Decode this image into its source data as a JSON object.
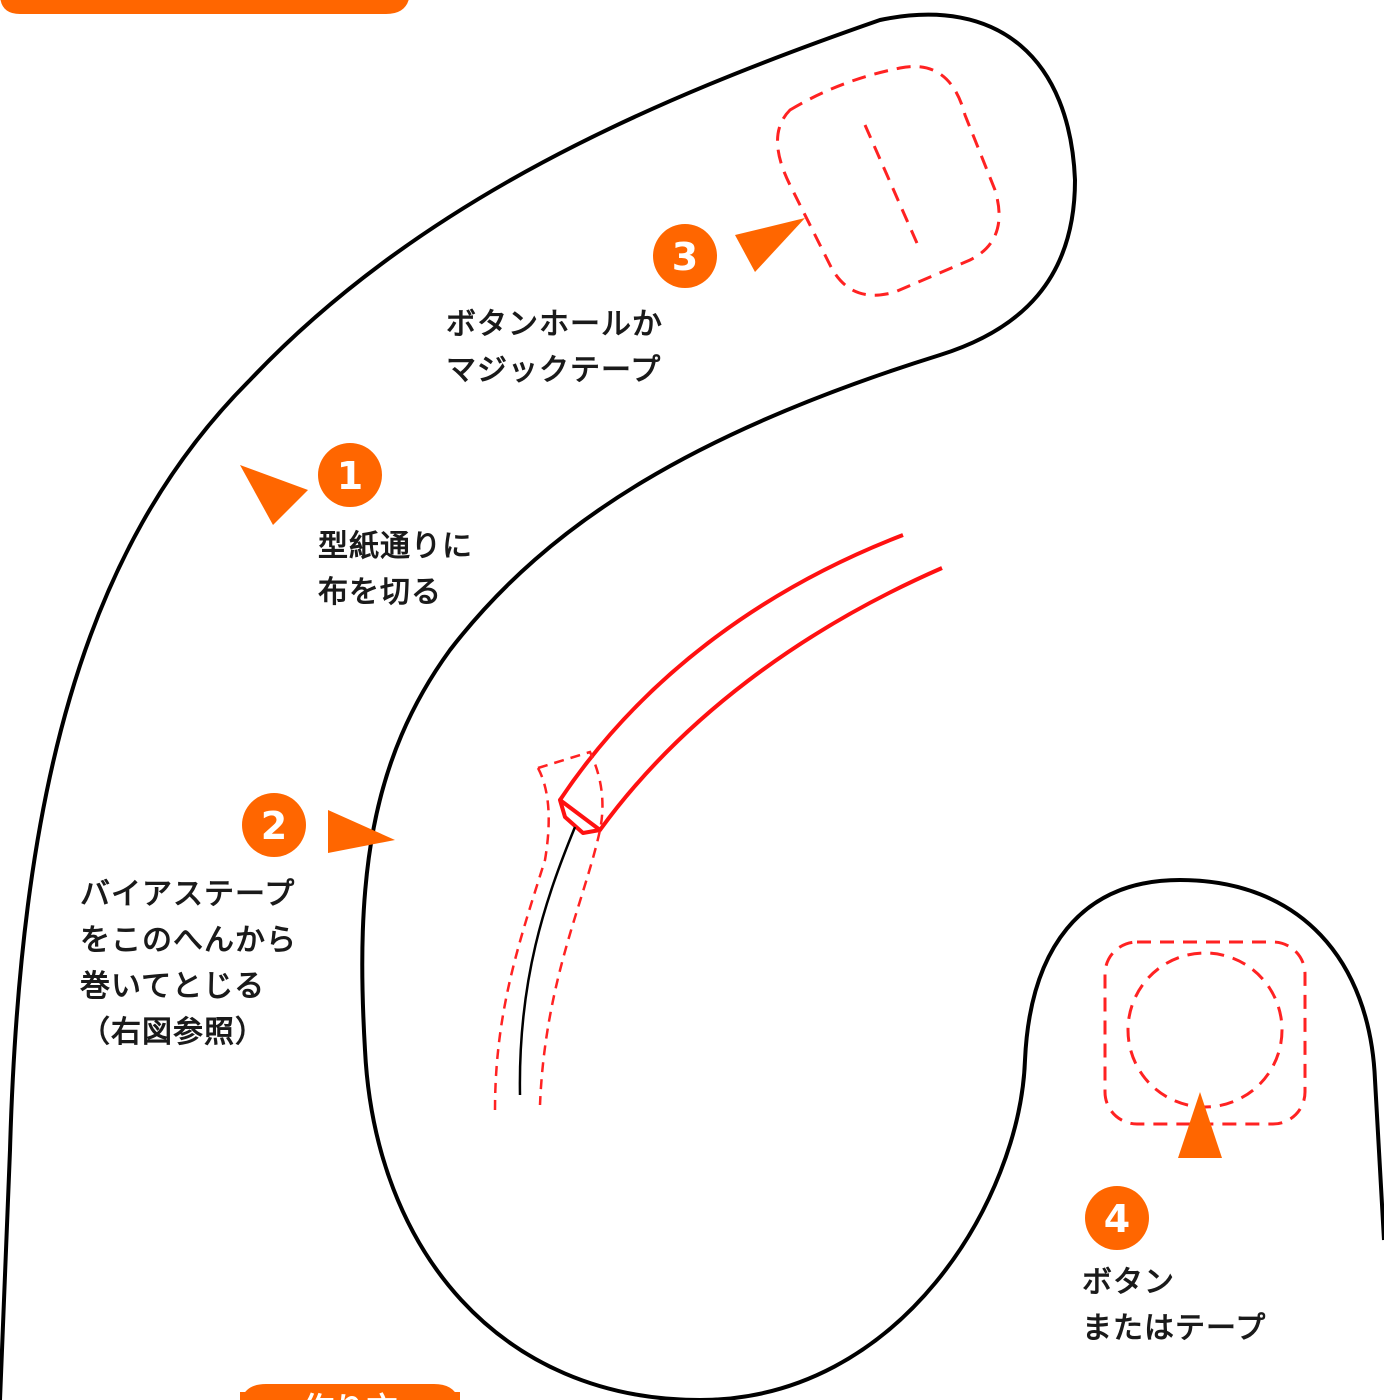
{
  "colors": {
    "accent": "#ff6600",
    "outline": "#000000",
    "stitch": "#ff2222",
    "tape": "#ff1111",
    "text": "#1a1a1a"
  },
  "steps": [
    {
      "number": "1",
      "lines": [
        "型紙通りに",
        "布を切る"
      ]
    },
    {
      "number": "2",
      "lines": [
        "バイアステープ",
        "をこのへんから",
        "巻いてとじる",
        "（右図参照）"
      ]
    },
    {
      "number": "3",
      "lines": [
        "ボタンホールか",
        "マジックテープ"
      ]
    },
    {
      "number": "4",
      "lines": [
        "ボタン",
        "またはテープ"
      ]
    }
  ],
  "bottom_tab": {
    "text": "作り方"
  }
}
